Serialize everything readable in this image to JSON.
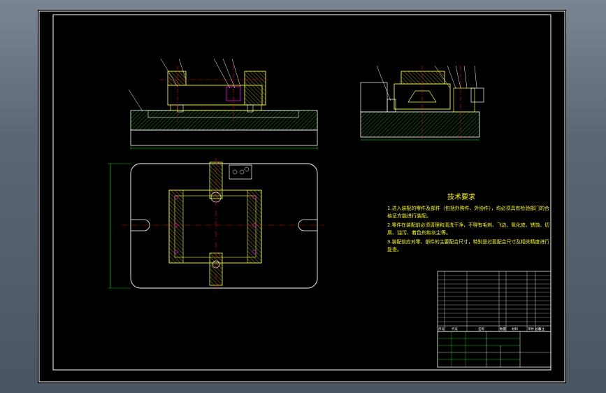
{
  "technical_requirements": {
    "title": "技术要求",
    "lines": [
      "1.进入装配的零件及部件（包括外购件、外协件），均必须具有检验部门的合",
      "格证方能进行装配。",
      "2.零件在装配前必须清理和清洗干净，不得有毛刺、飞边、氧化皮、锈蚀、切",
      "屑、油污、着色剂和灰尘等。",
      "3.装配前应对零、部件的主要配合尺寸，特别是过盈配合尺寸及相关精度进行",
      "复查。"
    ]
  },
  "title_block": {
    "header_left": "序号",
    "header_code": "代号",
    "header_name": "名称",
    "header_qty": "数量",
    "header_material": "材料",
    "header_weight": "单件 总计",
    "header_remark": "备注"
  },
  "colors": {
    "background": "#000000",
    "frame": "#ffffff",
    "part_outline": "#ffff00",
    "hatch": "#00ff00",
    "centerline": "#ff0000",
    "dimension": "#00ff00",
    "parts_cyan": "#00ffff"
  }
}
